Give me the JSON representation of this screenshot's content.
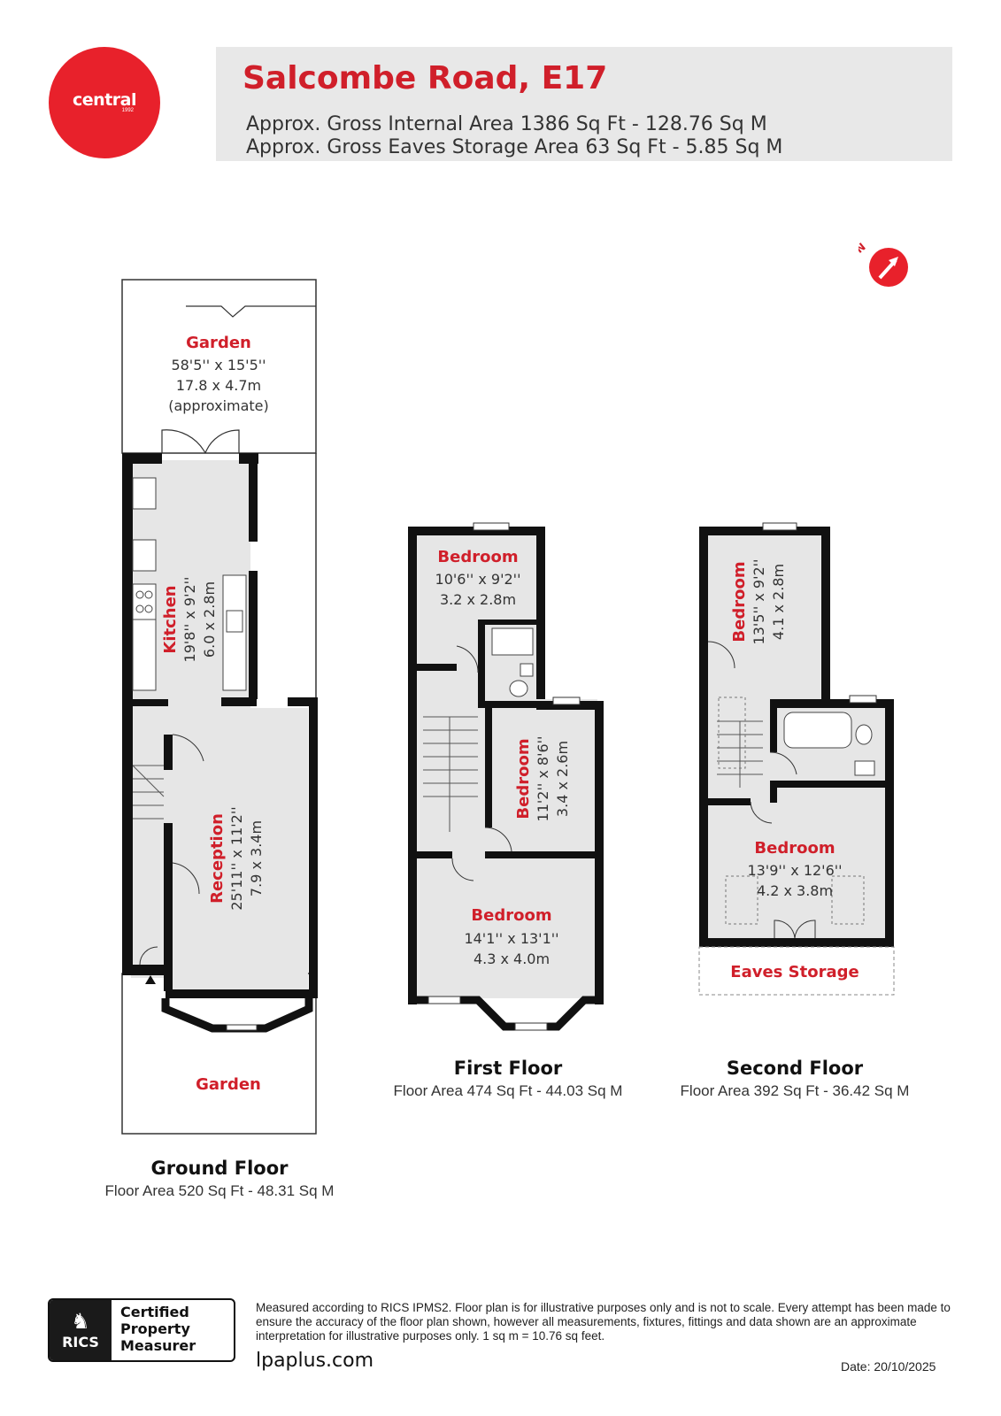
{
  "header": {
    "title": "Salcombe Road, E17",
    "area_line_1": "Approx. Gross Internal Area 1386 Sq Ft - 128.76 Sq M",
    "area_line_2": "Approx. Gross Eaves Storage Area 63 Sq Ft - 5.85 Sq M"
  },
  "logo": {
    "brand": "central",
    "year": "1992",
    "color": "#e8212b"
  },
  "compass": {
    "label": "N",
    "icon": "north-arrow-icon"
  },
  "ground_floor": {
    "title": "Ground Floor",
    "area": "Floor Area 520 Sq Ft - 48.31 Sq M",
    "rear_garden": {
      "name": "Garden",
      "dim_imperial": "58'5'' x 15'5''",
      "dim_metric": "17.8 x 4.7m",
      "note": "(approximate)"
    },
    "kitchen": {
      "name": "Kitchen",
      "dim_imperial": "19'8'' x 9'2''",
      "dim_metric": "6.0 x 2.8m"
    },
    "reception": {
      "name": "Reception",
      "dim_imperial": "25'11'' x 11'2''",
      "dim_metric": "7.9 x 3.4m"
    },
    "front_garden": {
      "name": "Garden"
    }
  },
  "first_floor": {
    "title": "First Floor",
    "area": "Floor Area 474 Sq Ft - 44.03 Sq M",
    "bedroom_rear": {
      "name": "Bedroom",
      "dim_imperial": "10'6'' x 9'2''",
      "dim_metric": "3.2 x 2.8m"
    },
    "bedroom_middle": {
      "name": "Bedroom",
      "dim_imperial": "11'2'' x 8'6''",
      "dim_metric": "3.4 x 2.6m"
    },
    "bedroom_front": {
      "name": "Bedroom",
      "dim_imperial": "14'1'' x 13'1''",
      "dim_metric": "4.3 x 4.0m"
    }
  },
  "second_floor": {
    "title": "Second Floor",
    "area": "Floor Area 392 Sq Ft - 36.42 Sq M",
    "bedroom_rear": {
      "name": "Bedroom",
      "dim_imperial": "13'5'' x 9'2''",
      "dim_metric": "4.1 x 2.8m"
    },
    "bedroom_front": {
      "name": "Bedroom",
      "dim_imperial": "13'9'' x 12'6''",
      "dim_metric": "4.2 x 3.8m"
    },
    "eaves": {
      "name": "Eaves Storage"
    }
  },
  "footer": {
    "rics_word": "RICS",
    "cert_line_1": "Certified",
    "cert_line_2": "Property",
    "cert_line_3": "Measurer",
    "disclaimer": "Measured according to RICS IPMS2. Floor plan is for illustrative purposes only and is not to scale. Every attempt has been made to ensure the accuracy of the floor plan shown, however all measurements, fixtures, fittings and data shown are an approximate interpretation for illustrative purposes only. 1 sq m = 10.76 sq feet.",
    "website": "lpaplus.com",
    "date": "Date: 20/10/2025"
  },
  "colors": {
    "accent_red": "#d01f2a",
    "wall": "#111111",
    "floor_fill": "#e6e6e6",
    "header_bg": "#e8e8e8"
  }
}
